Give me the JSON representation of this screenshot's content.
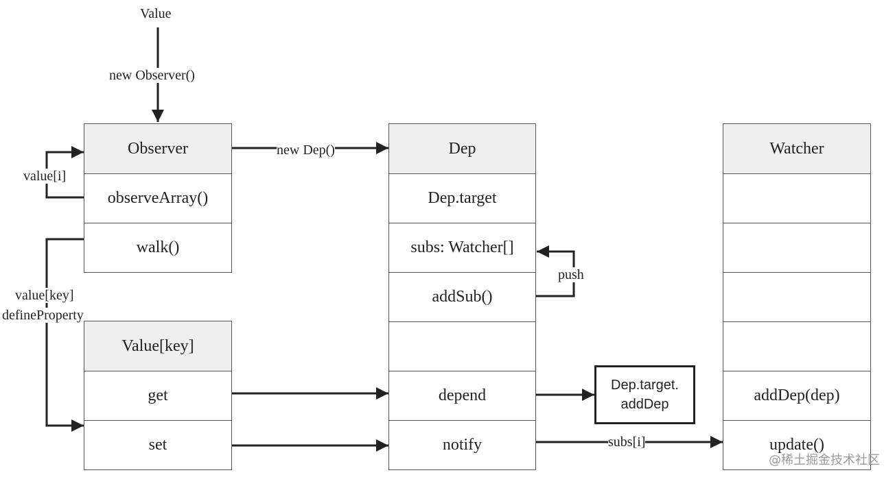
{
  "top_label": "Value",
  "observer": {
    "title": "Observer",
    "rows": [
      "observeArray()",
      "walk()"
    ]
  },
  "value_key": {
    "title": "Value[key]",
    "rows": [
      "get",
      "set"
    ]
  },
  "dep": {
    "title": "Dep",
    "rows": [
      "Dep.target",
      "subs: Watcher[]",
      "addSub()",
      "",
      "depend",
      "notify"
    ]
  },
  "watcher": {
    "title": "Watcher",
    "rows": [
      "",
      "",
      "",
      "",
      "addDep(dep)",
      "update()"
    ]
  },
  "callout": {
    "line1": "Dep.target.",
    "line2": "addDep"
  },
  "edge_labels": {
    "new_observer": "new Observer()",
    "new_dep": "new Dep()",
    "value_i": "value[i]",
    "value_key_line1": "value[key]",
    "value_key_line2": "defineProperty",
    "push": "push",
    "subs_i": "subs[i]"
  },
  "watermark": "@稀土掘金技术社区"
}
